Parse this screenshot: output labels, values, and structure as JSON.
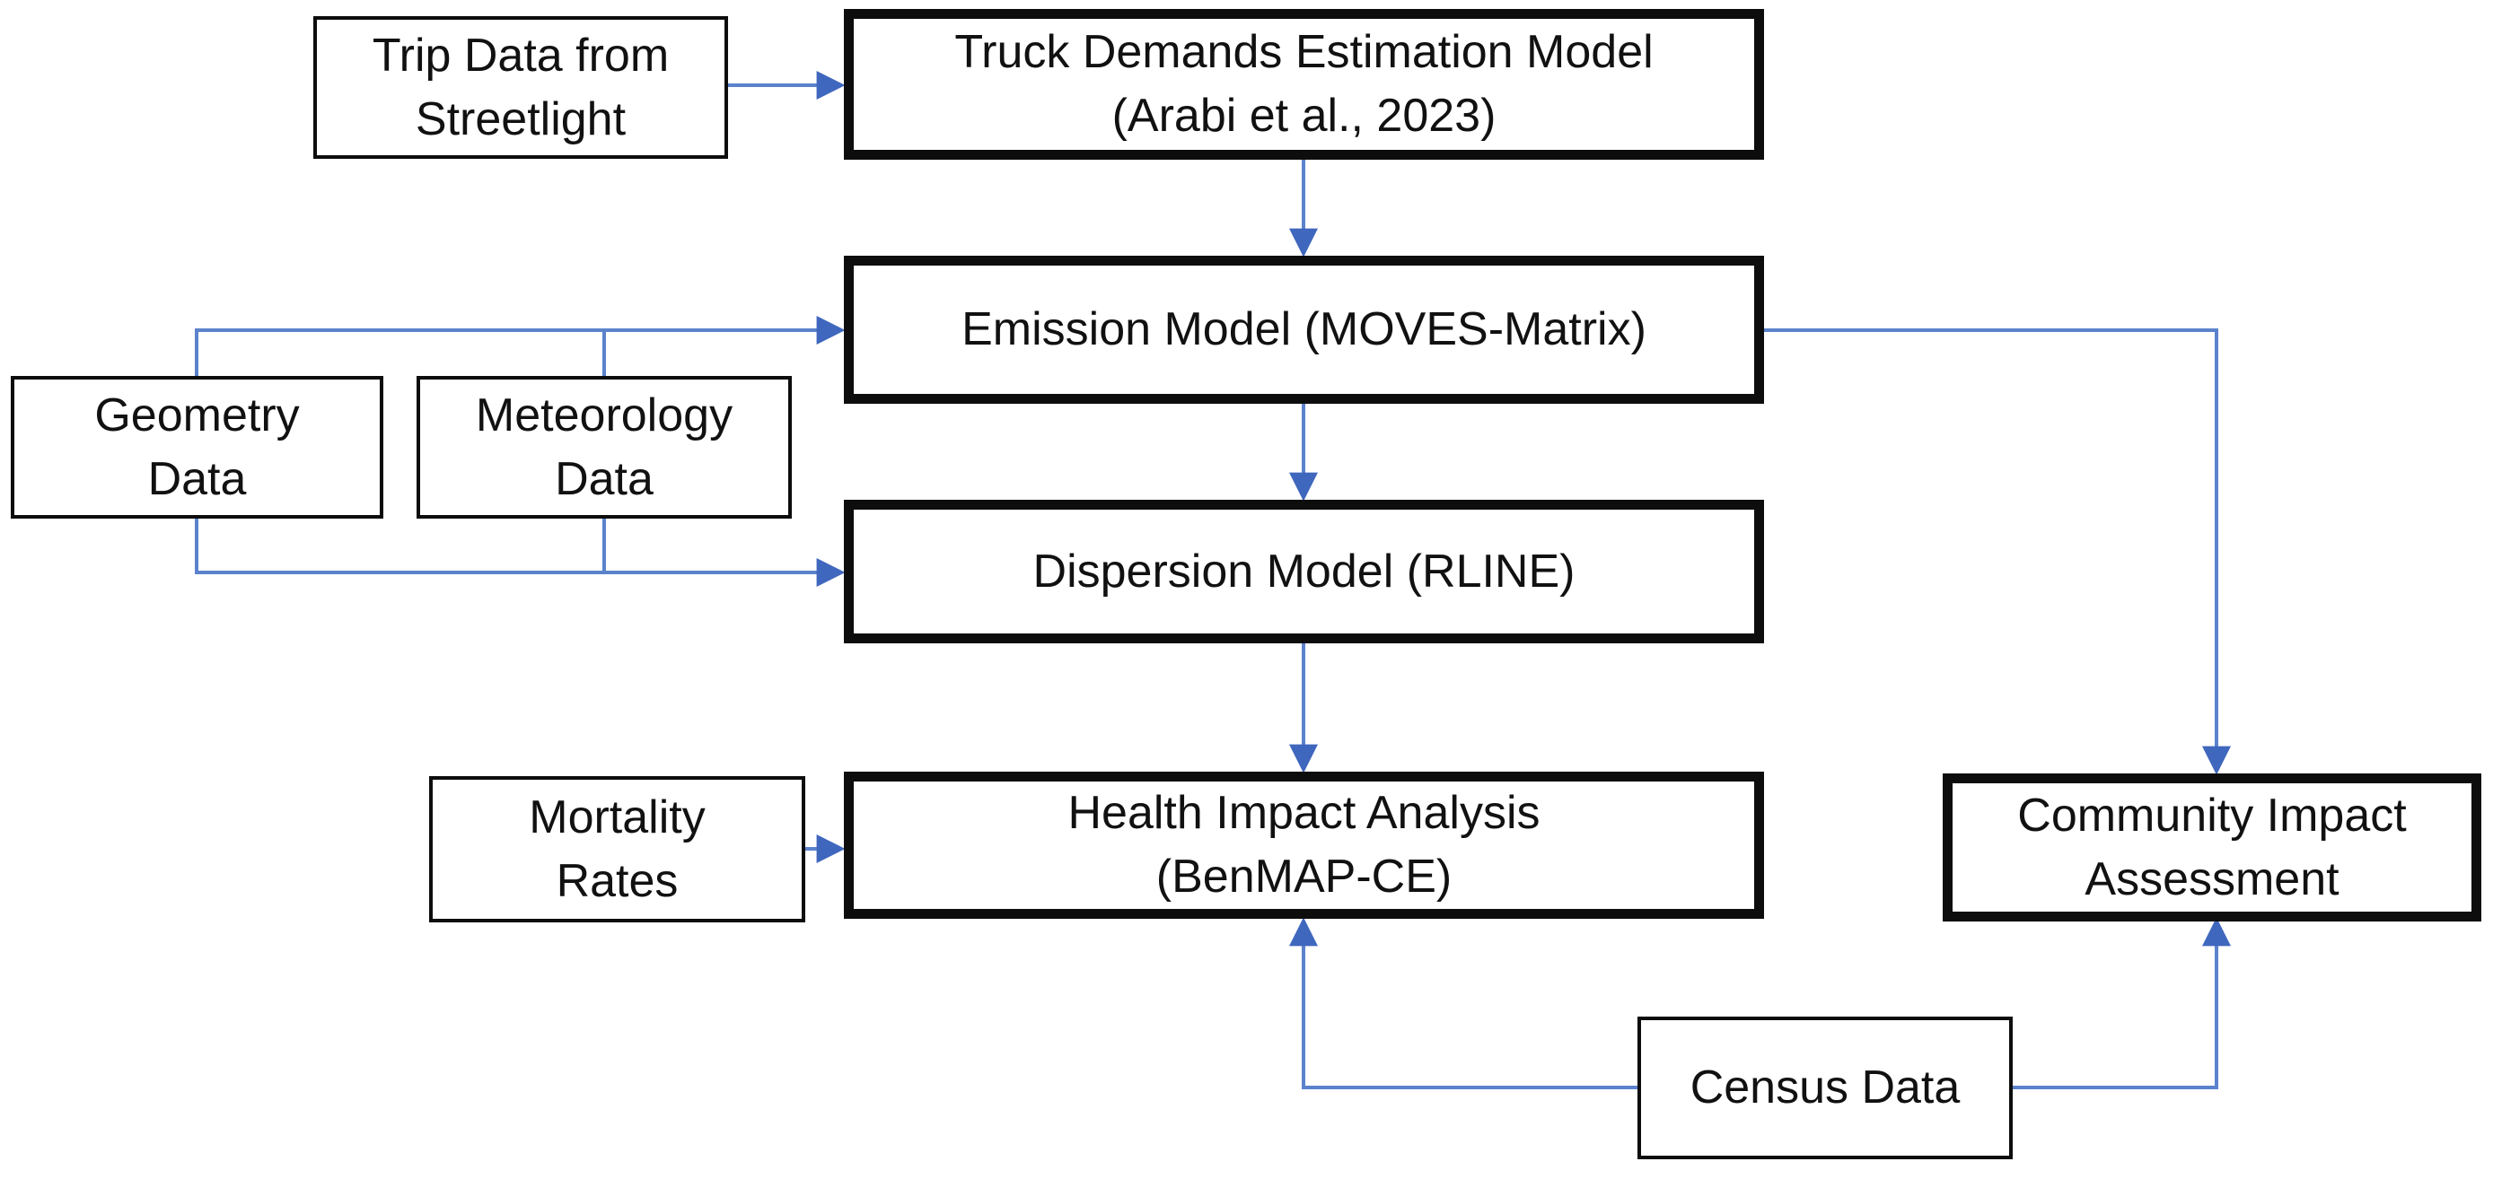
{
  "diagram": {
    "background": "#ffffff",
    "colors": {
      "arrow_line": "#5b82cc",
      "arrow_head": "#4067be",
      "box_border": "#0d0d0d",
      "text": "#111111"
    },
    "nodes": {
      "trip_data": {
        "lines": [
          "Trip Data from",
          "Streetlight"
        ],
        "emphasis": "thin"
      },
      "truck_demands": {
        "lines": [
          "Truck Demands Estimation Model",
          "(Arabi et al., 2023)"
        ],
        "emphasis": "thick"
      },
      "emission_model": {
        "lines": [
          "Emission Model (MOVES-Matrix)"
        ],
        "emphasis": "thick"
      },
      "geometry_data": {
        "lines": [
          "Geometry",
          "Data"
        ],
        "emphasis": "thin"
      },
      "meteorology_data": {
        "lines": [
          "Meteorology",
          "Data"
        ],
        "emphasis": "thin"
      },
      "dispersion_model": {
        "lines": [
          "Dispersion Model (RLINE)"
        ],
        "emphasis": "thick"
      },
      "mortality_rates": {
        "lines": [
          "Mortality",
          "Rates"
        ],
        "emphasis": "thin"
      },
      "health_impact": {
        "lines": [
          "Health Impact Analysis",
          "(BenMAP-CE)"
        ],
        "emphasis": "thick"
      },
      "community_impact": {
        "lines": [
          "Community Impact",
          "Assessment"
        ],
        "emphasis": "thick"
      },
      "census_data": {
        "lines": [
          "Census Data"
        ],
        "emphasis": "thin"
      }
    },
    "edges": [
      {
        "from": "trip_data",
        "to": "truck_demands"
      },
      {
        "from": "truck_demands",
        "to": "emission_model"
      },
      {
        "from": "geometry_data",
        "to": "emission_model"
      },
      {
        "from": "meteorology_data",
        "to": "emission_model"
      },
      {
        "from": "geometry_data",
        "to": "dispersion_model"
      },
      {
        "from": "meteorology_data",
        "to": "dispersion_model"
      },
      {
        "from": "emission_model",
        "to": "dispersion_model"
      },
      {
        "from": "dispersion_model",
        "to": "health_impact"
      },
      {
        "from": "mortality_rates",
        "to": "health_impact"
      },
      {
        "from": "emission_model",
        "to": "community_impact"
      },
      {
        "from": "census_data",
        "to": "health_impact"
      },
      {
        "from": "census_data",
        "to": "community_impact"
      }
    ]
  }
}
